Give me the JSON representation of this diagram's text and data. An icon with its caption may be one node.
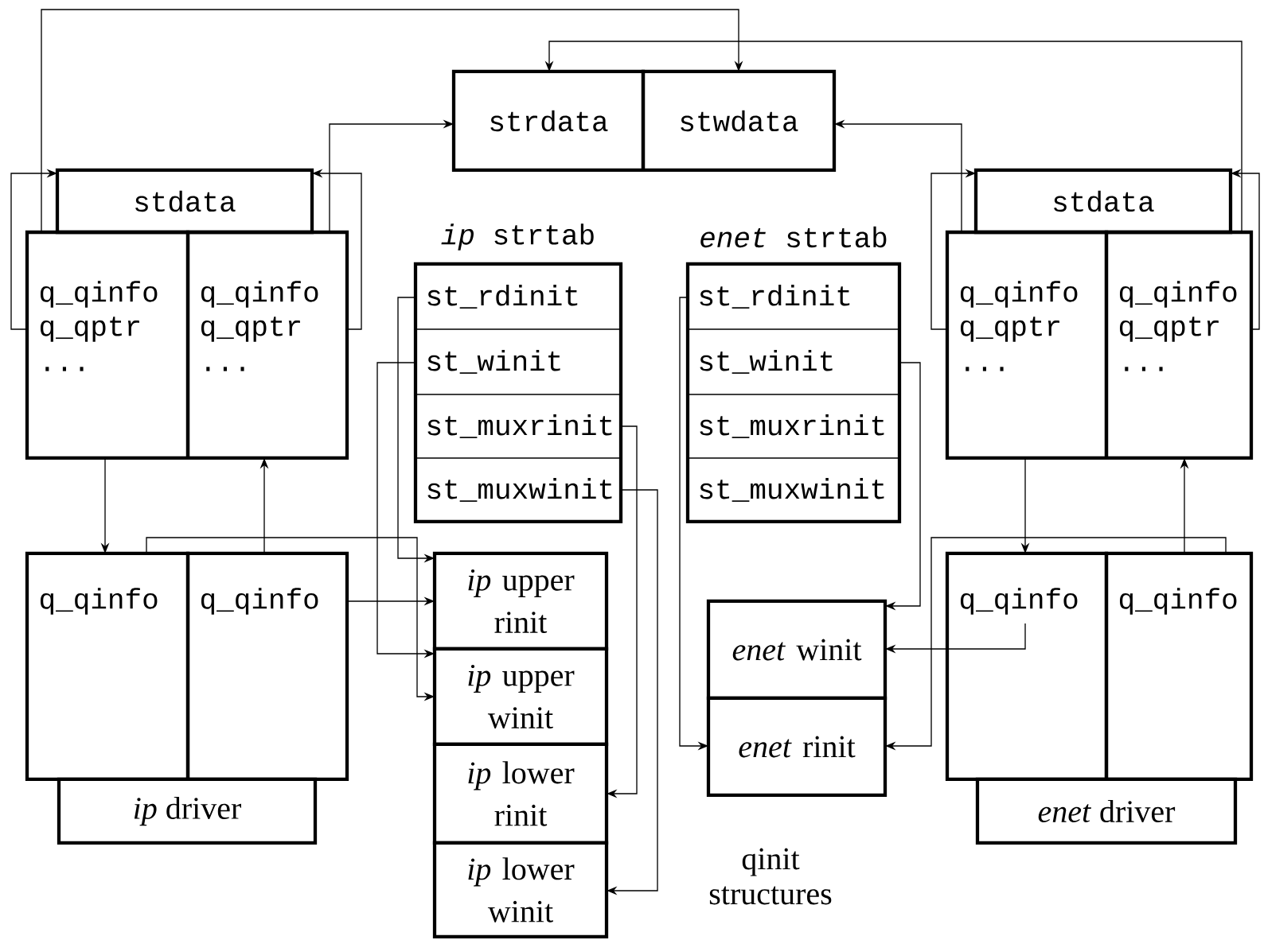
{
  "diagram": {
    "nodes": [
      {
        "text": [
          "strdata"
        ]
      },
      {
        "text": [
          "stwdata"
        ]
      },
      {
        "text": [
          "stdata"
        ]
      },
      {
        "text": [
          "q_qinfo",
          "q_qptr",
          "..."
        ]
      },
      {
        "text": [
          "q_qinfo",
          "q_qptr",
          "..."
        ]
      },
      {
        "text": [
          "*ip* strtab"
        ]
      },
      {
        "text": [
          "st_rdinit"
        ],
        "in": 5
      },
      {
        "text": [
          "st_winit"
        ],
        "in": 5
      },
      {
        "text": [
          "st_muxrinit"
        ],
        "in": 5
      },
      {
        "text": [
          "st_muxwinit"
        ],
        "in": 5
      },
      {
        "text": [
          "*enet* strtab"
        ]
      },
      {
        "text": [
          "st_rdinit"
        ],
        "in": 10
      },
      {
        "text": [
          "st_winit"
        ],
        "in": 10
      },
      {
        "text": [
          "st_muxrinit"
        ],
        "in": 10
      },
      {
        "text": [
          "st_muxwinit"
        ],
        "in": 10
      },
      {
        "text": [
          "stdata"
        ]
      },
      {
        "text": [
          "q_qinfo",
          "q_qptr",
          "..."
        ]
      },
      {
        "text": [
          "q_qinfo",
          "q_qptr",
          "..."
        ]
      },
      {
        "text": [
          "q_qinfo"
        ]
      },
      {
        "text": [
          "q_qinfo"
        ]
      },
      {
        "text": [
          "*ip* upper rinit"
        ]
      },
      {
        "text": [
          "*ip* upper winit"
        ]
      },
      {
        "text": [
          "*enet* winit"
        ]
      },
      {
        "text": [
          "*enet* rinit"
        ]
      },
      {
        "text": [
          "q_qinfo"
        ]
      },
      {
        "text": [
          "q_qinfo"
        ]
      },
      {
        "text": [
          "*ip* driver"
        ]
      },
      {
        "text": [
          "*ip* lower rinit"
        ]
      },
      {
        "text": [
          "*ip* lower winit"
        ]
      },
      {
        "text": [
          "*enet* driver"
        ]
      }
    ],
    "edges": [
      {
        "from": 3,
        "to": 1,
        "arrow": "to"
      },
      {
        "from": 17,
        "to": 0,
        "arrow": "to"
      },
      {
        "from": 4,
        "to": 0,
        "arrow": "to"
      },
      {
        "from": 16,
        "to": 1,
        "arrow": "to"
      },
      {
        "from": 3,
        "to": 2,
        "arrow": "to"
      },
      {
        "from": 4,
        "to": 2,
        "arrow": "to"
      },
      {
        "from": 16,
        "to": 15,
        "arrow": "to"
      },
      {
        "from": 17,
        "to": 15,
        "arrow": "to"
      },
      {
        "from": 3,
        "to": 18,
        "arrow": "to"
      },
      {
        "from": 19,
        "to": 4,
        "arrow": "to"
      },
      {
        "from": 16,
        "to": 24,
        "arrow": "to"
      },
      {
        "from": 25,
        "to": 17,
        "arrow": "to"
      },
      {
        "from": 19,
        "to": 20,
        "arrow": "to"
      },
      {
        "from": 18,
        "to": 21,
        "arrow": "to"
      },
      {
        "from": 6,
        "to": 20,
        "arrow": "to"
      },
      {
        "from": 7,
        "to": 21,
        "arrow": "to"
      },
      {
        "from": 8,
        "to": 27,
        "arrow": "to"
      },
      {
        "from": 9,
        "to": 28,
        "arrow": "to"
      },
      {
        "from": 11,
        "to": 23,
        "arrow": "to"
      },
      {
        "from": 12,
        "to": 22,
        "arrow": "to"
      },
      {
        "from": 24,
        "to": 22,
        "arrow": "to"
      },
      {
        "from": 25,
        "to": 23,
        "arrow": "to"
      }
    ],
    "labels": [
      "qinit structures"
    ]
  }
}
